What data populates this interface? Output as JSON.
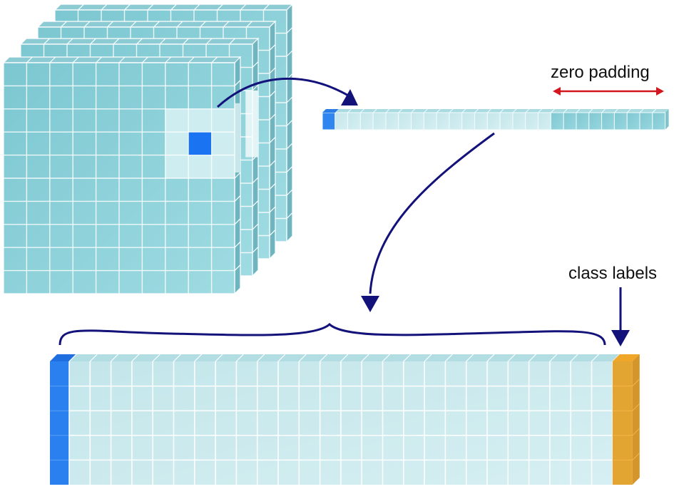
{
  "labels": {
    "zero_padding": "zero padding",
    "class_labels": "class labels"
  },
  "feature_maps": {
    "count": 4,
    "rows": 10,
    "cols": 10,
    "highlight_window": "3x3",
    "center_cell_color": "#1a73f0"
  },
  "vector": {
    "lead_cell_color": "#2f86ee",
    "data_cells": 17,
    "padding_cells": 9
  },
  "matrix": {
    "rows": 5,
    "cols": 26,
    "first_column_color": "#2a80ef",
    "label_column_color": "#e3a532"
  },
  "colors": {
    "cell": "#8fd2da",
    "cell_light": "#cdebef",
    "arrow": "#13127a",
    "padding_arrow": "#d4161f",
    "grid_line": "#ffffff"
  }
}
